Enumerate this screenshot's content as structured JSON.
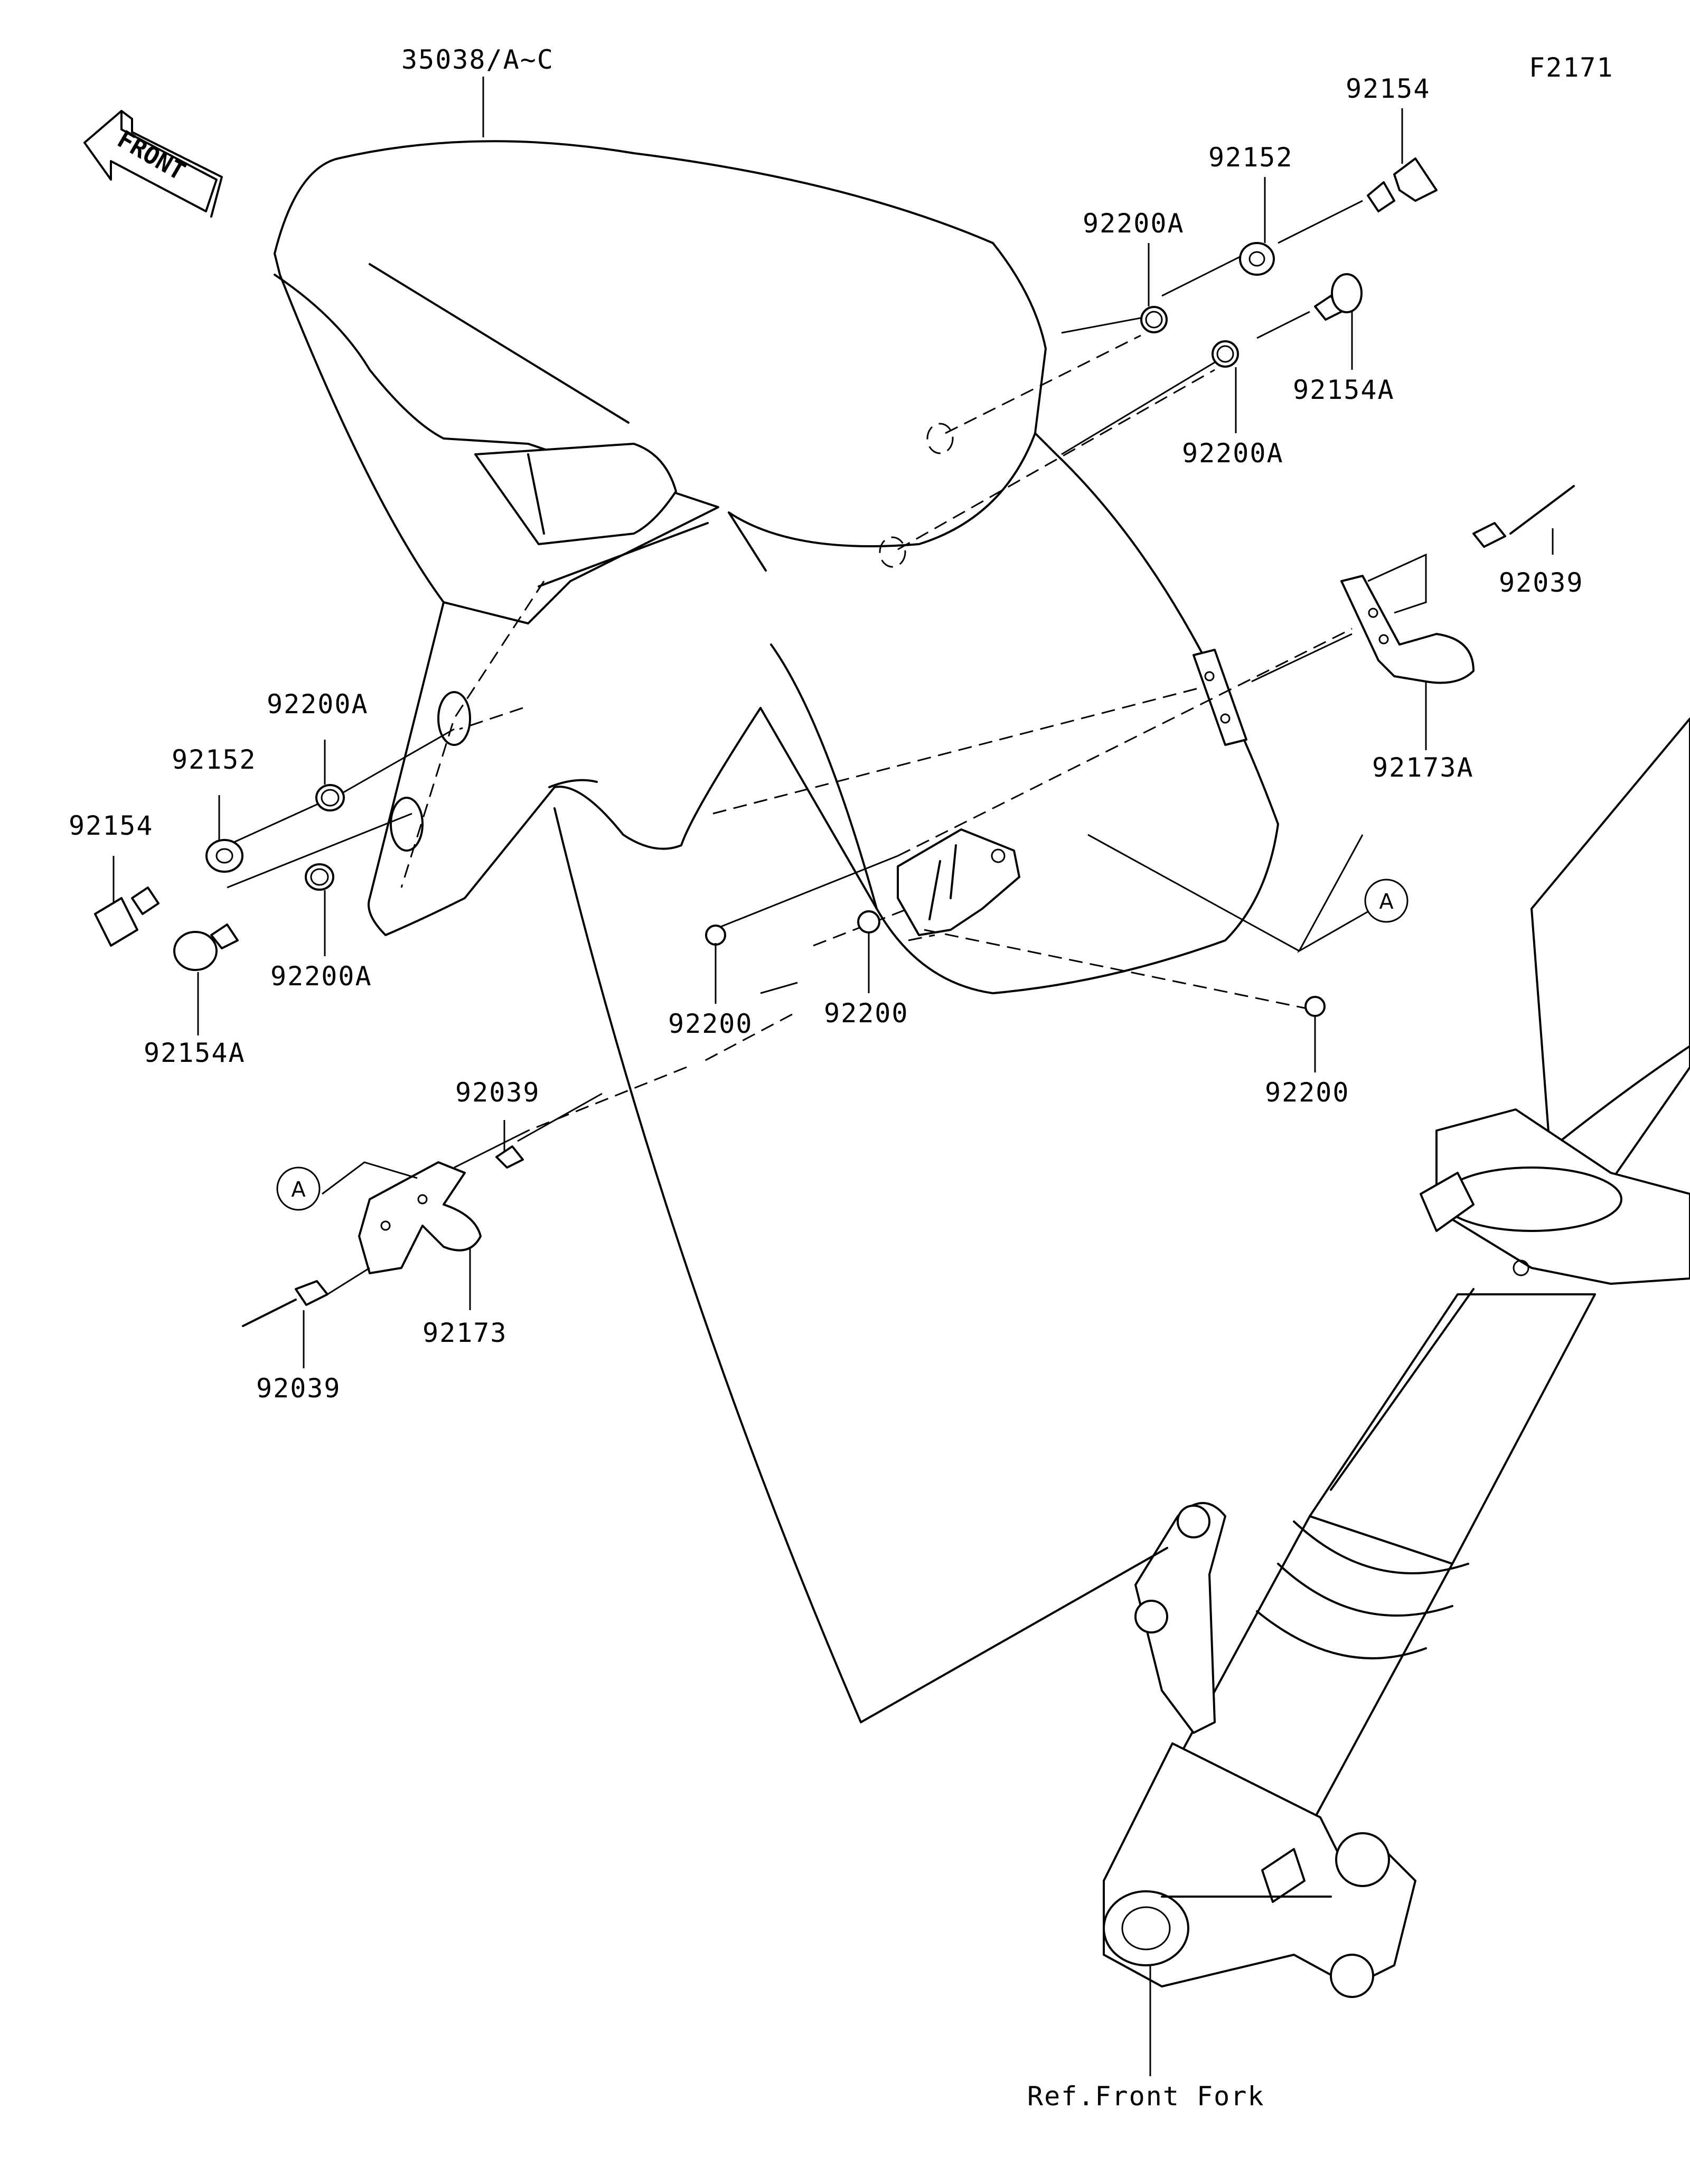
{
  "figure_code": "F2171",
  "direction_indicator": "FRONT",
  "reference_label": "Ref.Front Fork",
  "callout_letter": "A",
  "parts": {
    "fender": "35038/A~C",
    "bolt_top": "92154",
    "collar_top": "92152",
    "washer_top_1": "92200A",
    "bolt_a_top": "92154A",
    "washer_top_2": "92200A",
    "rivet_top": "92039",
    "clamp_a": "92173A",
    "washer_left_1": "92200A",
    "collar_left": "92152",
    "bolt_left": "92154",
    "washer_left_2": "92200A",
    "bolt_a_left": "92154A",
    "grommet_1": "92200",
    "grommet_2": "92200",
    "grommet_3": "92200",
    "rivet_mid": "92039",
    "clamp": "92173",
    "rivet_bottom": "92039"
  }
}
